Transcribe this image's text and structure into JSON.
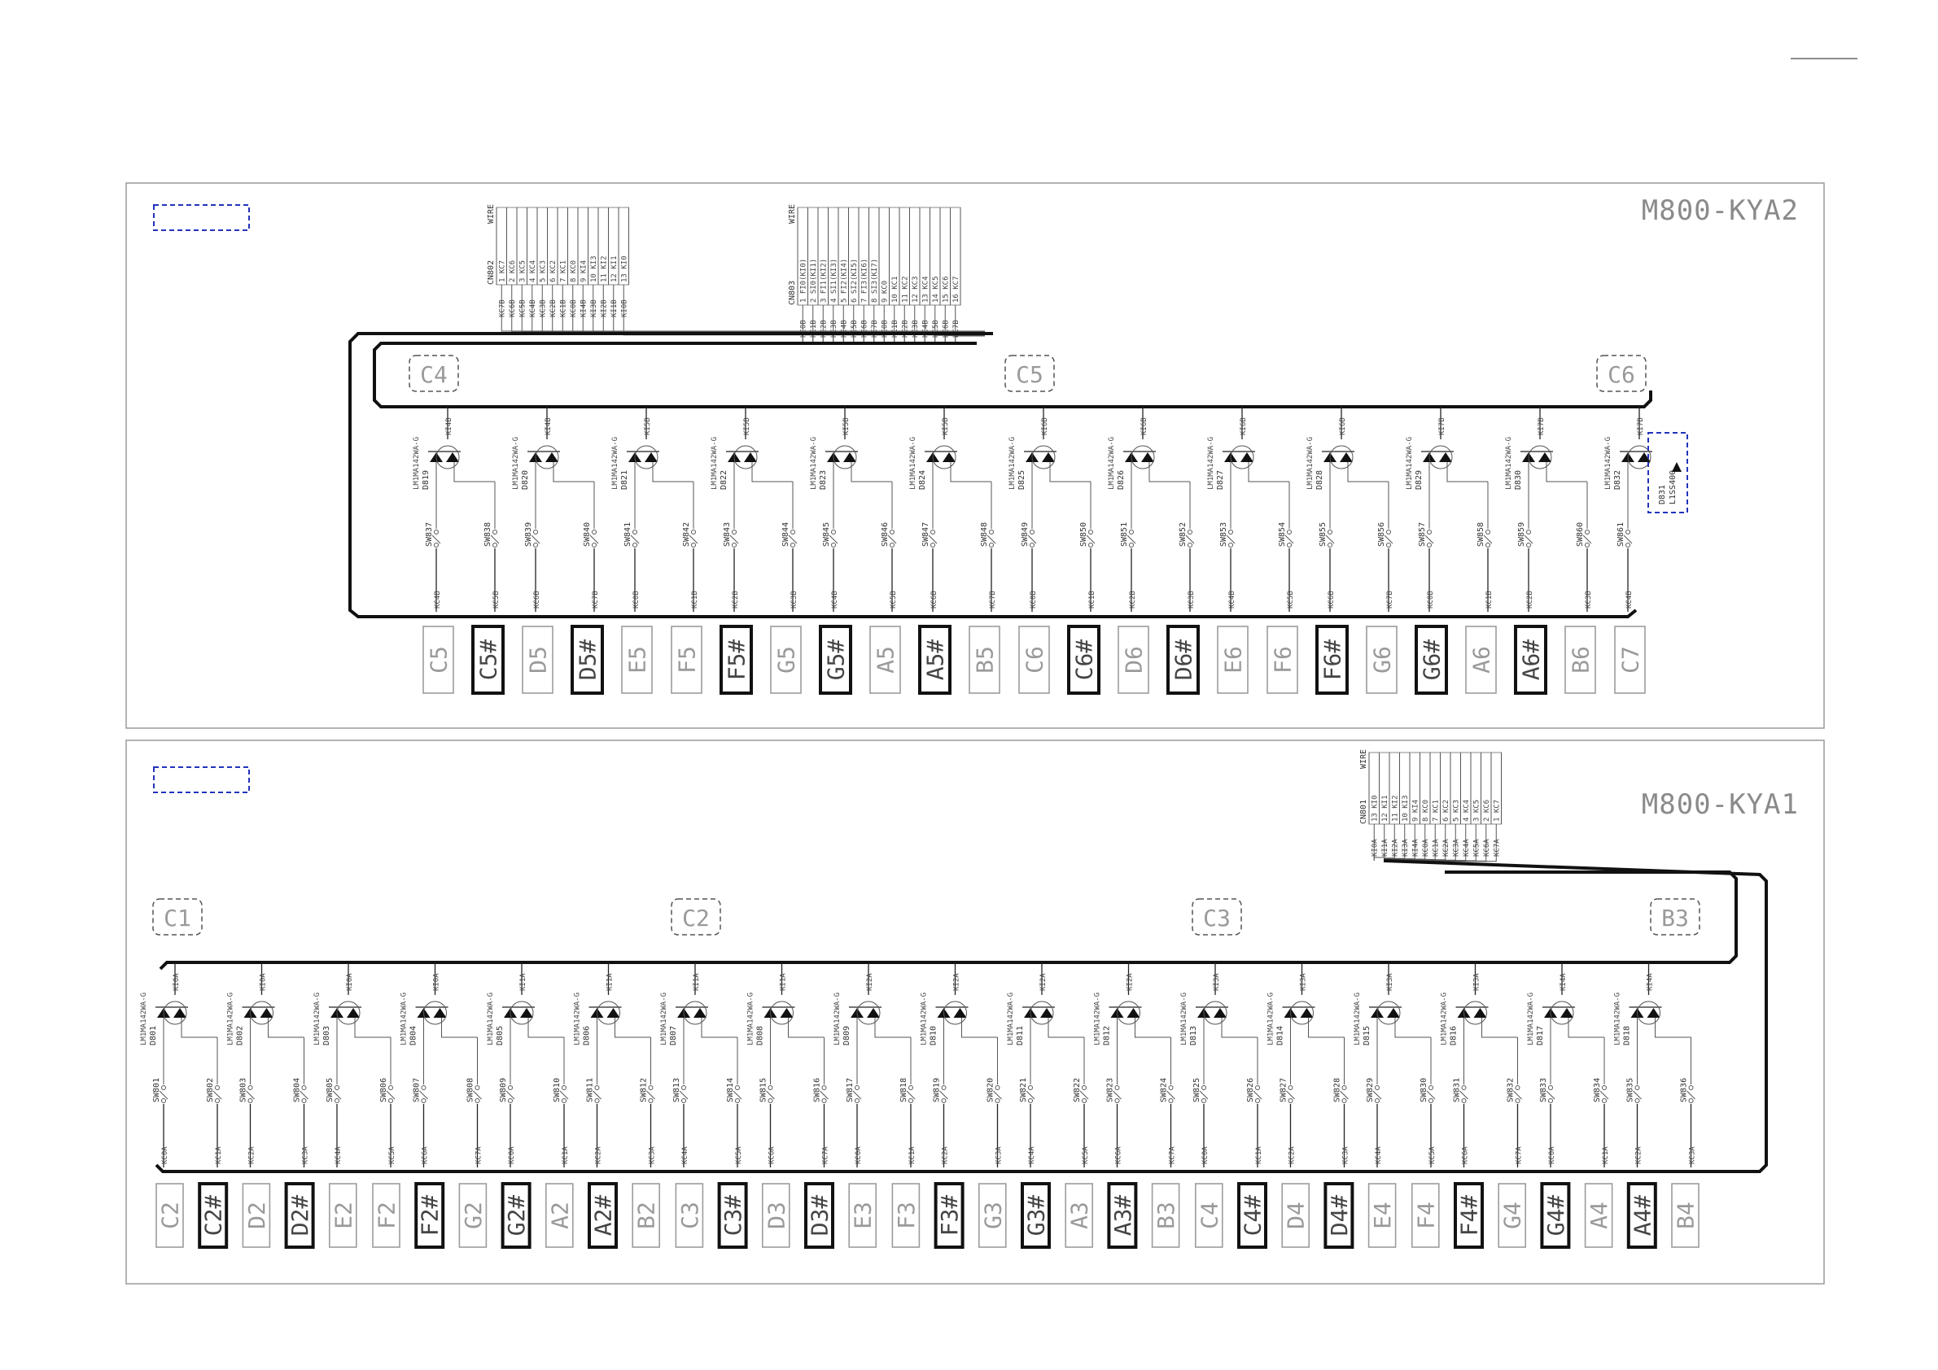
{
  "boards": [
    {
      "title": "M800-KYA2",
      "connectors": [
        {
          "ref": "CN802",
          "header": "WIRE",
          "pins": [
            "1 KC7",
            "2 KC6",
            "3 KC5",
            "4 KC4",
            "5 KC3",
            "6 KC2",
            "7 KC1",
            "8 KC0",
            "9 KI4",
            "10 KI3",
            "11 KI2",
            "12 KI1",
            "13 KI0"
          ],
          "nets": [
            "KC7B",
            "KC6B",
            "KC5B",
            "KC4B",
            "KC3B",
            "KC2B",
            "KC1B",
            "KC0B",
            "KI4B",
            "KI3B",
            "KI2B",
            "KI1B",
            "KI0B"
          ]
        },
        {
          "ref": "CN803",
          "header": "WIRE",
          "pins": [
            "1 FI0(KI0)",
            "2 SI0(KI1)",
            "3 FI1(KI2)",
            "4 SI1(KI3)",
            "5 FI2(KI4)",
            "6 SI2(KI5)",
            "7 FI3(KI6)",
            "8 SI3(KI7)",
            "9 KC0",
            "10 KC1",
            "11 KC2",
            "12 KC3",
            "13 KC4",
            "14 KC5",
            "15 KC6",
            "16 KC7"
          ],
          "nets": [
            "KI0B",
            "KI1B",
            "KI2B",
            "KI3B",
            "KI4B",
            "KI5B",
            "KI6B",
            "KI7B",
            "KC0B",
            "KC1B",
            "KC2B",
            "KC3B",
            "KC4B",
            "KC5B",
            "KC6B",
            "KC7B"
          ]
        }
      ],
      "octaves": [
        "C4",
        "C5",
        "C6"
      ],
      "diodes": [
        {
          "ref": "D819",
          "part": "LM1MA142WA-G",
          "net": "KI4B",
          "sw": [
            "SW837",
            "SW838"
          ],
          "cols": [
            "KC4B",
            "KC5B"
          ]
        },
        {
          "ref": "D820",
          "part": "LM1MA142WA-G",
          "net": "KI4B",
          "sw": [
            "SW839",
            "SW840"
          ],
          "cols": [
            "KC6B",
            "KC7B"
          ]
        },
        {
          "ref": "D821",
          "part": "LM1MA142WA-G",
          "net": "KI5B",
          "sw": [
            "SW841",
            "SW842"
          ],
          "cols": [
            "KC0B",
            "KC1B"
          ]
        },
        {
          "ref": "D822",
          "part": "LM1MA142WA-G",
          "net": "KI5B",
          "sw": [
            "SW843",
            "SW844"
          ],
          "cols": [
            "KC2B",
            "KC3B"
          ]
        },
        {
          "ref": "D823",
          "part": "LM1MA142WA-G",
          "net": "KI5B",
          "sw": [
            "SW845",
            "SW846"
          ],
          "cols": [
            "KC4B",
            "KC5B"
          ]
        },
        {
          "ref": "D824",
          "part": "LM1MA142WA-G",
          "net": "KI5B",
          "sw": [
            "SW847",
            "SW848"
          ],
          "cols": [
            "KC6B",
            "KC7B"
          ]
        },
        {
          "ref": "D825",
          "part": "LM1MA142WA-G",
          "net": "KI6B",
          "sw": [
            "SW849",
            "SW850"
          ],
          "cols": [
            "KC0B",
            "KC1B"
          ]
        },
        {
          "ref": "D826",
          "part": "LM1MA142WA-G",
          "net": "KI6B",
          "sw": [
            "SW851",
            "SW852"
          ],
          "cols": [
            "KC2B",
            "KC3B"
          ]
        },
        {
          "ref": "D827",
          "part": "LM1MA142WA-G",
          "net": "KI6B",
          "sw": [
            "SW853",
            "SW854"
          ],
          "cols": [
            "KC4B",
            "KC5B"
          ]
        },
        {
          "ref": "D828",
          "part": "LM1MA142WA-G",
          "net": "KI6B",
          "sw": [
            "SW855",
            "SW856"
          ],
          "cols": [
            "KC6B",
            "KC7B"
          ]
        },
        {
          "ref": "D829",
          "part": "LM1MA142WA-G",
          "net": "KI7B",
          "sw": [
            "SW857",
            "SW858"
          ],
          "cols": [
            "KC0B",
            "KC1B"
          ]
        },
        {
          "ref": "D830",
          "part": "LM1MA142WA-G",
          "net": "KI7B",
          "sw": [
            "SW859",
            "SW860"
          ],
          "cols": [
            "KC2B",
            "KC3B"
          ]
        },
        {
          "ref": "D832",
          "part": "LM1MA142WA-G",
          "net": "KI7B",
          "sw": [
            "SW861"
          ],
          "cols": [
            "KC4B"
          ]
        }
      ],
      "extra_diode": {
        "ref": "D831",
        "part": "L1SS400"
      },
      "keys": [
        {
          "label": "C5",
          "sharp": false
        },
        {
          "label": "C5#",
          "sharp": true
        },
        {
          "label": "D5",
          "sharp": false
        },
        {
          "label": "D5#",
          "sharp": true
        },
        {
          "label": "E5",
          "sharp": false
        },
        {
          "label": "F5",
          "sharp": false
        },
        {
          "label": "F5#",
          "sharp": true
        },
        {
          "label": "G5",
          "sharp": false
        },
        {
          "label": "G5#",
          "sharp": true
        },
        {
          "label": "A5",
          "sharp": false
        },
        {
          "label": "A5#",
          "sharp": true
        },
        {
          "label": "B5",
          "sharp": false
        },
        {
          "label": "C6",
          "sharp": false
        },
        {
          "label": "C6#",
          "sharp": true
        },
        {
          "label": "D6",
          "sharp": false
        },
        {
          "label": "D6#",
          "sharp": true
        },
        {
          "label": "E6",
          "sharp": false
        },
        {
          "label": "F6",
          "sharp": false
        },
        {
          "label": "F6#",
          "sharp": true
        },
        {
          "label": "G6",
          "sharp": false
        },
        {
          "label": "G6#",
          "sharp": true
        },
        {
          "label": "A6",
          "sharp": false
        },
        {
          "label": "A6#",
          "sharp": true
        },
        {
          "label": "B6",
          "sharp": false
        },
        {
          "label": "C7",
          "sharp": false
        }
      ]
    },
    {
      "title": "M800-KYA1",
      "connectors": [
        {
          "ref": "CN801",
          "header": "WIRE",
          "pins": [
            "13 KI0",
            "12 KI1",
            "11 KI2",
            "10 KI3",
            "9 KI4",
            "8 KC0",
            "7 KC1",
            "6 KC2",
            "5 KC3",
            "4 KC4",
            "3 KC5",
            "2 KC6",
            "1 KC7"
          ],
          "nets": [
            "KI0A",
            "KI1A",
            "KI2A",
            "KI3A",
            "KI4A",
            "KC0A",
            "KC1A",
            "KC2A",
            "KC3A",
            "KC4A",
            "KC5A",
            "KC6A",
            "KC7A"
          ]
        }
      ],
      "octaves": [
        "C1",
        "C2",
        "C3",
        "B3"
      ],
      "diodes": [
        {
          "ref": "D801",
          "part": "LM1MA142WA-G",
          "net": "KI0A",
          "sw": [
            "SW801",
            "SW802"
          ],
          "cols": [
            "KC0A",
            "KC1A"
          ]
        },
        {
          "ref": "D802",
          "part": "LM1MA142WA-G",
          "net": "KI0A",
          "sw": [
            "SW803",
            "SW804"
          ],
          "cols": [
            "KC2A",
            "KC3A"
          ]
        },
        {
          "ref": "D803",
          "part": "LM1MA142WA-G",
          "net": "KI0A",
          "sw": [
            "SW805",
            "SW806"
          ],
          "cols": [
            "KC4A",
            "KC5A"
          ]
        },
        {
          "ref": "D804",
          "part": "LM1MA142WA-G",
          "net": "KI0A",
          "sw": [
            "SW807",
            "SW808"
          ],
          "cols": [
            "KC6A",
            "KC7A"
          ]
        },
        {
          "ref": "D805",
          "part": "LM1MA142WA-G",
          "net": "KI1A",
          "sw": [
            "SW809",
            "SW810"
          ],
          "cols": [
            "KC0A",
            "KC1A"
          ]
        },
        {
          "ref": "D806",
          "part": "LM1MA142WA-G",
          "net": "KI1A",
          "sw": [
            "SW811",
            "SW812"
          ],
          "cols": [
            "KC2A",
            "KC3A"
          ]
        },
        {
          "ref": "D807",
          "part": "LM1MA142WA-G",
          "net": "KI1A",
          "sw": [
            "SW813",
            "SW814"
          ],
          "cols": [
            "KC4A",
            "KC5A"
          ]
        },
        {
          "ref": "D808",
          "part": "LM1MA142WA-G",
          "net": "KI1A",
          "sw": [
            "SW815",
            "SW816"
          ],
          "cols": [
            "KC6A",
            "KC7A"
          ]
        },
        {
          "ref": "D809",
          "part": "LM1MA142WA-G",
          "net": "KI2A",
          "sw": [
            "SW817",
            "SW818"
          ],
          "cols": [
            "KC0A",
            "KC1A"
          ]
        },
        {
          "ref": "D810",
          "part": "LM1MA142WA-G",
          "net": "KI2A",
          "sw": [
            "SW819",
            "SW820"
          ],
          "cols": [
            "KC2A",
            "KC3A"
          ]
        },
        {
          "ref": "D811",
          "part": "LM1MA142WA-G",
          "net": "KI2A",
          "sw": [
            "SW821",
            "SW822"
          ],
          "cols": [
            "KC4A",
            "KC5A"
          ]
        },
        {
          "ref": "D812",
          "part": "LM1MA142WA-G",
          "net": "KI2A",
          "sw": [
            "SW823",
            "SW824"
          ],
          "cols": [
            "KC6A",
            "KC7A"
          ]
        },
        {
          "ref": "D813",
          "part": "LM1MA142WA-G",
          "net": "KI3A",
          "sw": [
            "SW825",
            "SW826"
          ],
          "cols": [
            "KC0A",
            "KC1A"
          ]
        },
        {
          "ref": "D814",
          "part": "LM1MA142WA-G",
          "net": "KI3A",
          "sw": [
            "SW827",
            "SW828"
          ],
          "cols": [
            "KC2A",
            "KC3A"
          ]
        },
        {
          "ref": "D815",
          "part": "LM1MA142WA-G",
          "net": "KI3A",
          "sw": [
            "SW829",
            "SW830"
          ],
          "cols": [
            "KC4A",
            "KC5A"
          ]
        },
        {
          "ref": "D816",
          "part": "LM1MA142WA-G",
          "net": "KI3A",
          "sw": [
            "SW831",
            "SW832"
          ],
          "cols": [
            "KC6A",
            "KC7A"
          ]
        },
        {
          "ref": "D817",
          "part": "LM1MA142WA-G",
          "net": "KI4A",
          "sw": [
            "SW833",
            "SW834"
          ],
          "cols": [
            "KC0A",
            "KC1A"
          ]
        },
        {
          "ref": "D818",
          "part": "LM1MA142WA-G",
          "net": "KI4A",
          "sw": [
            "SW835",
            "SW836"
          ],
          "cols": [
            "KC2A",
            "KC3A"
          ]
        }
      ],
      "keys": [
        {
          "label": "C2",
          "sharp": false
        },
        {
          "label": "C2#",
          "sharp": true
        },
        {
          "label": "D2",
          "sharp": false
        },
        {
          "label": "D2#",
          "sharp": true
        },
        {
          "label": "E2",
          "sharp": false
        },
        {
          "label": "F2",
          "sharp": false
        },
        {
          "label": "F2#",
          "sharp": true
        },
        {
          "label": "G2",
          "sharp": false
        },
        {
          "label": "G2#",
          "sharp": true
        },
        {
          "label": "A2",
          "sharp": false
        },
        {
          "label": "A2#",
          "sharp": true
        },
        {
          "label": "B2",
          "sharp": false
        },
        {
          "label": "C3",
          "sharp": false
        },
        {
          "label": "C3#",
          "sharp": true
        },
        {
          "label": "D3",
          "sharp": false
        },
        {
          "label": "D3#",
          "sharp": true
        },
        {
          "label": "E3",
          "sharp": false
        },
        {
          "label": "F3",
          "sharp": false
        },
        {
          "label": "F3#",
          "sharp": true
        },
        {
          "label": "G3",
          "sharp": false
        },
        {
          "label": "G3#",
          "sharp": true
        },
        {
          "label": "A3",
          "sharp": false
        },
        {
          "label": "A3#",
          "sharp": true
        },
        {
          "label": "B3",
          "sharp": false
        },
        {
          "label": "C4",
          "sharp": false
        },
        {
          "label": "C4#",
          "sharp": true
        },
        {
          "label": "D4",
          "sharp": false
        },
        {
          "label": "D4#",
          "sharp": true
        },
        {
          "label": "E4",
          "sharp": false
        },
        {
          "label": "F4",
          "sharp": false
        },
        {
          "label": "F4#",
          "sharp": true
        },
        {
          "label": "G4",
          "sharp": false
        },
        {
          "label": "G4#",
          "sharp": true
        },
        {
          "label": "A4",
          "sharp": false
        },
        {
          "label": "A4#",
          "sharp": true
        },
        {
          "label": "B4",
          "sharp": false
        }
      ]
    }
  ],
  "colors": {
    "frame": "#9a9a9a",
    "wire": "#222222",
    "marker": "#2233bb",
    "natural_key_text": "#9a9a9a",
    "sharp_key_border": "#111111"
  }
}
